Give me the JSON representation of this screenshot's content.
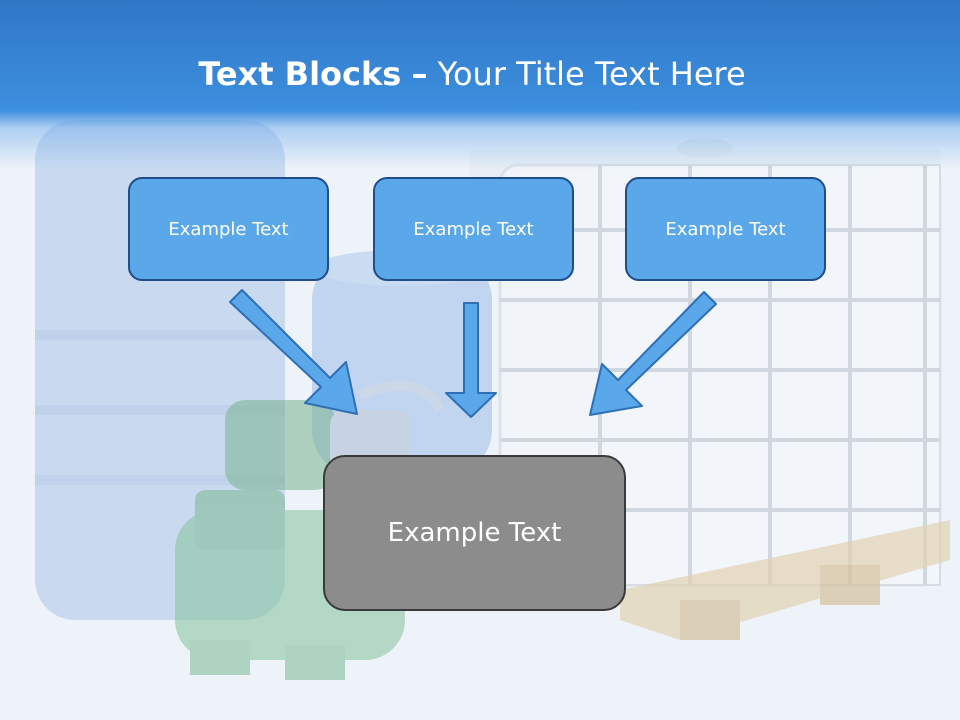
{
  "slide": {
    "title_bold": "Text Blocks",
    "title_dash": "–",
    "title_regular": "Your Title Text Here",
    "top_boxes": [
      {
        "label": "Example Text"
      },
      {
        "label": "Example Text"
      },
      {
        "label": "Example Text"
      }
    ],
    "center_box": {
      "label": "Example Text"
    }
  },
  "colors": {
    "header": "#3d8fdf",
    "box_fill": "#5aa7ea",
    "box_border": "#1f4d8a",
    "center_fill": "#8c8c8c",
    "arrow_fill": "#5aa7ea"
  },
  "background_image": {
    "depicts": [
      "blue-barrels",
      "water-pump",
      "ibc-tank-on-pallet"
    ]
  }
}
